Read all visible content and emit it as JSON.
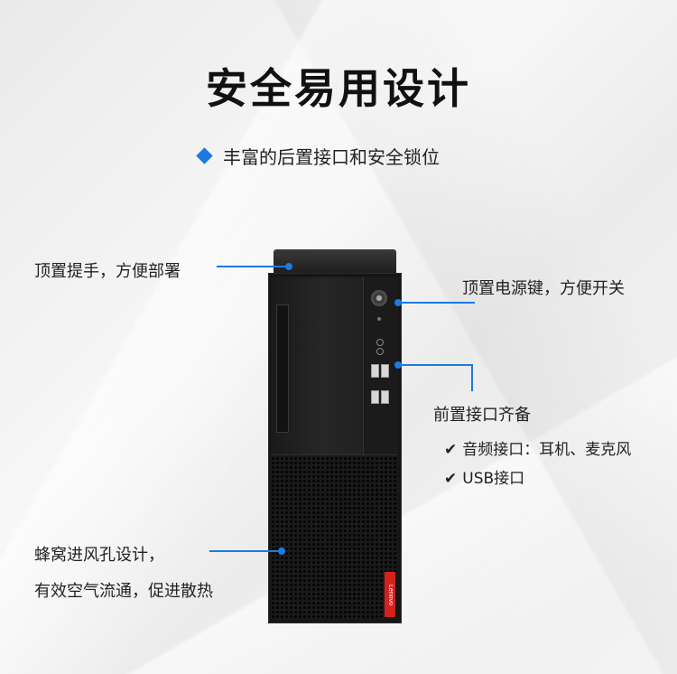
{
  "page": {
    "title": "安全易用设计",
    "subtitle": "丰富的后置接口和安全锁位",
    "accent_color": "#1c7ae0"
  },
  "callouts": {
    "top_handle": "顶置提手，方便部署",
    "power_key": "顶置电源键，方便开关",
    "front_ports": {
      "heading": "前置接口齐备",
      "items": [
        "音频接口：耳机、麦克风",
        "USB接口"
      ],
      "check_icon": "checkmark-icon"
    },
    "vent": {
      "line1": "蜂窝进风孔设计，",
      "line2": "有效空气流通，促进散热"
    }
  },
  "product": {
    "logo_text": "Lenovo",
    "logo_color": "#d3211d"
  }
}
